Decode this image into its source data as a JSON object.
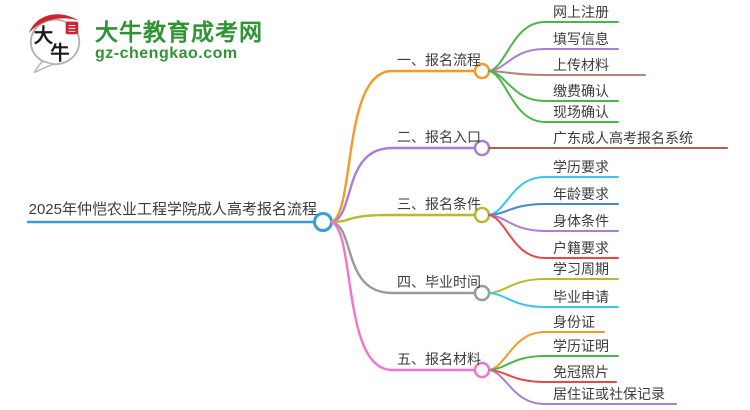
{
  "logo": {
    "icon_char_top": "大",
    "icon_char_bottom": "牛",
    "title": "大牛教育成考网",
    "domain": "gz-chengkao.com",
    "green": "#2e9532",
    "red": "#cf2430"
  },
  "mindmap": {
    "root": {
      "label": "2025年仲恺农业工程学院成人高考报名流程",
      "color": "#3b9bd6"
    },
    "branches": [
      {
        "label": "一、报名流程",
        "color": "#f59a29",
        "children": [
          {
            "label": "网上注册",
            "color": "#4cb648"
          },
          {
            "label": "填写信息",
            "color": "#a87fd2"
          },
          {
            "label": "上传材料",
            "color": "#b5837a"
          },
          {
            "label": "缴费确认",
            "color": "#4cb648"
          },
          {
            "label": "现场确认",
            "color": "#4cb648"
          }
        ]
      },
      {
        "label": "二、报名入口",
        "color": "#a87fd2",
        "children": [
          {
            "label": "广东成人高考报名系统",
            "color": "#b06055"
          }
        ]
      },
      {
        "label": "三、报名条件",
        "color": "#b8b832",
        "children": [
          {
            "label": "学历要求",
            "color": "#3ec6e8"
          },
          {
            "label": "年龄要求",
            "color": "#4a86c8"
          },
          {
            "label": "身体条件",
            "color": "#a87fd2"
          },
          {
            "label": "户籍要求",
            "color": "#e84848"
          }
        ]
      },
      {
        "label": "四、毕业时间",
        "color": "#9a9a9a",
        "children": [
          {
            "label": "学习周期",
            "color": "#b8b832"
          },
          {
            "label": "毕业申请",
            "color": "#3ec6e8"
          }
        ]
      },
      {
        "label": "五、报名材料",
        "color": "#f473d0",
        "children": [
          {
            "label": "身份证",
            "color": "#f59a29"
          },
          {
            "label": "学历证明",
            "color": "#4cb648"
          },
          {
            "label": "免冠照片",
            "color": "#e84848"
          },
          {
            "label": "居住证或社保记录",
            "color": "#a87fd2"
          }
        ]
      }
    ]
  }
}
